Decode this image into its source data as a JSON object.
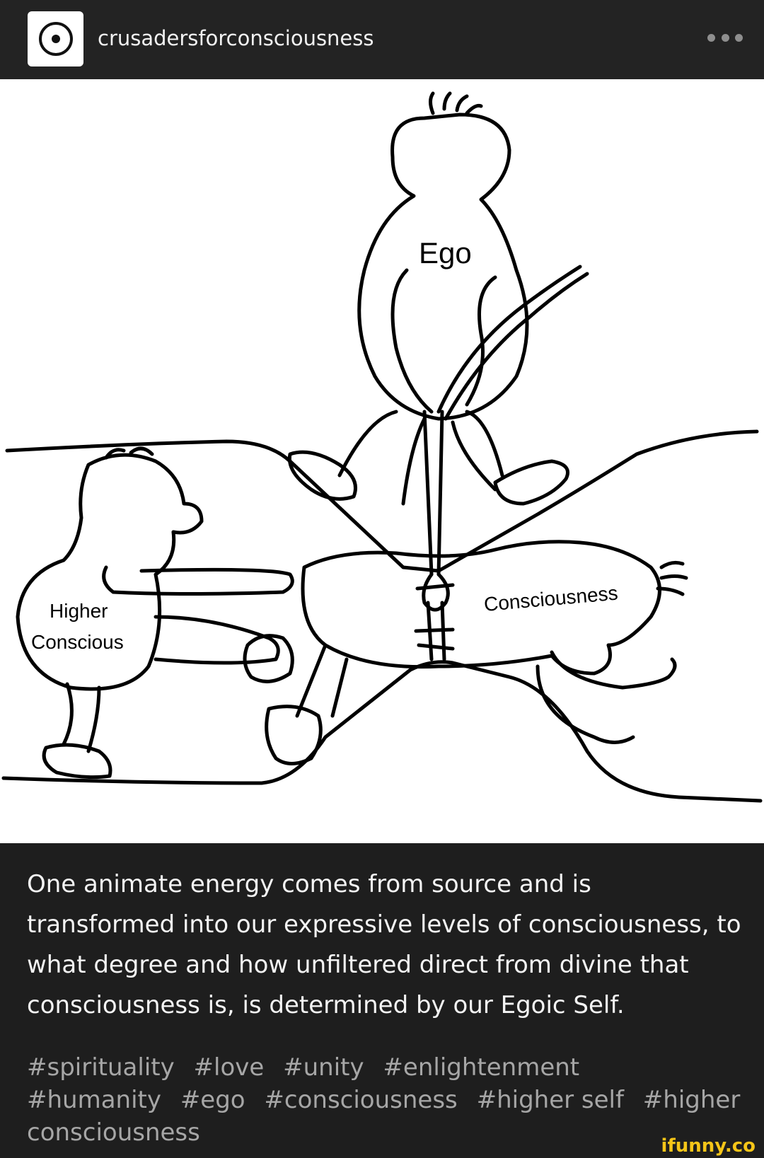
{
  "header": {
    "blog_name": "crusadersforconsciousness",
    "avatar_icon": "circled-dot-icon",
    "more_icon": "more-horizontal-icon"
  },
  "illustration": {
    "labels": {
      "ego": "Ego",
      "higher_line1": "Higher",
      "higher_line2": "Conscious",
      "consciousness": "Consciousness"
    }
  },
  "post": {
    "caption": "One animate energy comes from source and is transformed into our expressive levels of consciousness, to what degree and how unfiltered direct from divine that consciousness is, is determined by our Egoic Self."
  },
  "tags": [
    "#spirituality",
    "#love",
    "#unity",
    "#enlightenment",
    "#humanity",
    "#ego",
    "#consciousness",
    "#higher self",
    "#higher consciousness"
  ],
  "watermark": "ifunny.co",
  "colors": {
    "background": "#1e1e1e",
    "header": "#232323",
    "caption_text": "#f4f4f4",
    "tag_text": "#a6a6a6",
    "watermark": "#f5c518"
  }
}
